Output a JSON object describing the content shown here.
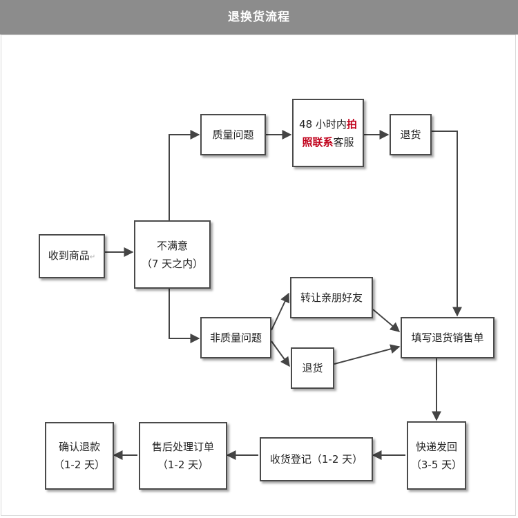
{
  "header": {
    "title": "退换货流程"
  },
  "colors": {
    "header_bg": "#8c8c8c",
    "box_border": "#4a4a4a",
    "arrow": "#444444",
    "highlight": "#c0001a"
  },
  "nodes": {
    "receive": {
      "label": "收到商品",
      "mark": "↵"
    },
    "unsatisfied": {
      "line1": "不满意",
      "line2": "（7 天之内）"
    },
    "quality": {
      "label": "质量问题"
    },
    "photo_contact": {
      "line1_prefix": "48 小时内",
      "line1_highlight": "拍",
      "line2_highlight": "照联系",
      "line2_suffix": "客服"
    },
    "return_top": {
      "label": "退货"
    },
    "non_quality": {
      "label": "非质量问题"
    },
    "transfer": {
      "label": "转让亲朋好友"
    },
    "return_bottom": {
      "label": "退货"
    },
    "fill_form": {
      "label": "填写退货销售单"
    },
    "express": {
      "line1": "快递发回",
      "line2": "（3-5 天）"
    },
    "register": {
      "label": "收货登记（1-2 天）"
    },
    "after_sales": {
      "line1": "售后处理订单",
      "line2": "（1-2 天）"
    },
    "refund": {
      "line1": "确认退款",
      "line2": "（1-2 天）"
    }
  }
}
